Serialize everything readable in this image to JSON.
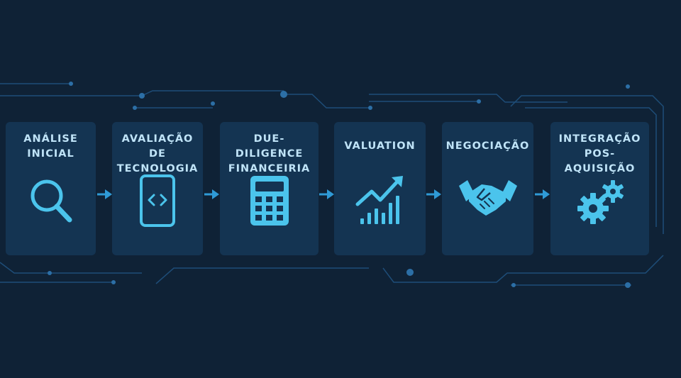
{
  "colors": {
    "background": "#0f2236",
    "card": "#143452",
    "icon": "#4bc4ec",
    "circuit": "#1e4d78",
    "arrow": "#2f9ad6",
    "text": "#bfe3f7"
  },
  "steps": [
    {
      "title": "ANÁLISE\nINICIAL",
      "icon": "magnifier-icon"
    },
    {
      "title": "AVALIAÇÃO\nDE TECNOLOGIA",
      "icon": "code-tablet-icon"
    },
    {
      "title": "DUE-DILIGENCE\nFINANCEIRIA",
      "icon": "calculator-icon"
    },
    {
      "title": "VALUATION",
      "icon": "growth-chart-icon"
    },
    {
      "title": "NEGOCIAÇÃO",
      "icon": "handshake-icon"
    },
    {
      "title": "INTEGRAÇÃO\nPOS-AQUISIÇÃO",
      "icon": "gears-icon"
    }
  ]
}
